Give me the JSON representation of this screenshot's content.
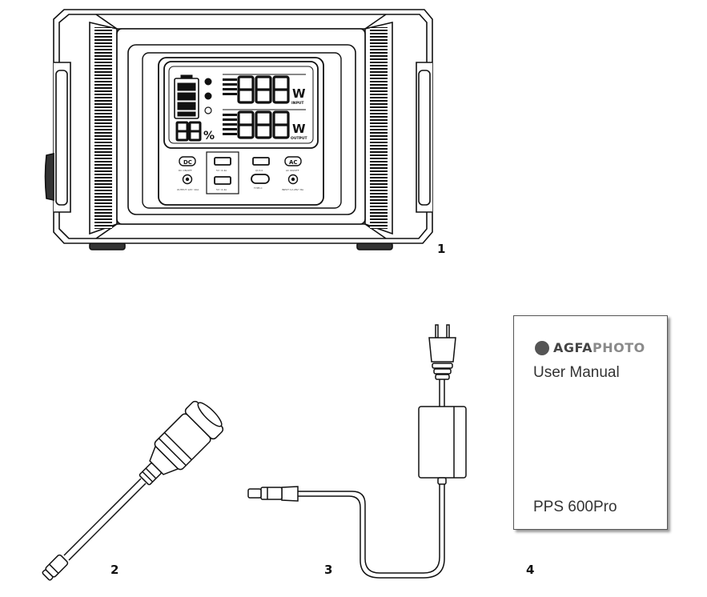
{
  "labels": {
    "item1": "1",
    "item2": "2",
    "item3": "3",
    "item4": "4"
  },
  "lcd": {
    "input_unit": "W",
    "input_label": "INPUT",
    "output_unit": "W",
    "output_label": "OUTPUT",
    "percent": "%"
  },
  "panel": {
    "dc_button": "DC",
    "ac_button": "AC",
    "dc_onoff": "DC ON/OFF",
    "ac_onoff": "AC ON/OFF",
    "usb_top": "5V⎓2.4A",
    "usb_bottom": "5V⎓2.4A",
    "qc": "QC3.0",
    "typec": "TYPE-C",
    "output_dc": "OUTPUT 12V⎓10A",
    "input_dc": "INPUT 12-28V⎓8A"
  },
  "manual": {
    "brand_part1": "AGFA",
    "brand_part2": "PHOTO",
    "title": "User Manual",
    "model": "PPS 600Pro"
  }
}
